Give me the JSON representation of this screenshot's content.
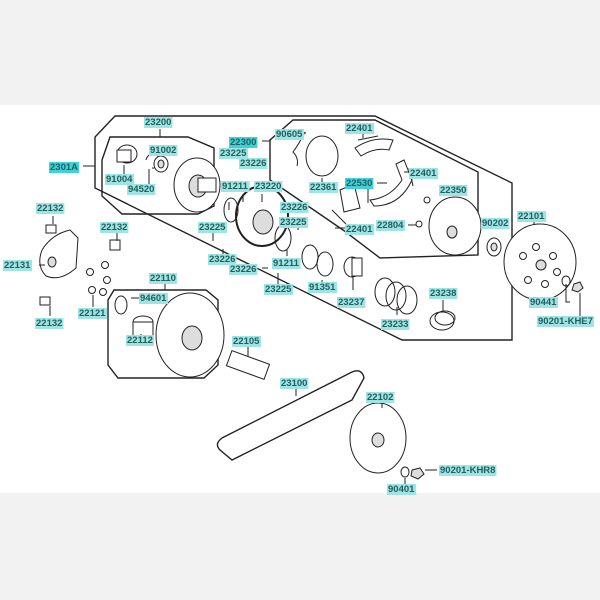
{
  "diagram": {
    "title": "Drive Pulley / Clutch Exploded Parts Diagram",
    "highlight_colors": {
      "primary": "#9fe3e3",
      "assembly": "#3fd0d8"
    },
    "labels": [
      {
        "id": "l-23200",
        "text": "23200",
        "kind": "primary"
      },
      {
        "id": "l-2301A",
        "text": "2301A",
        "kind": "assembly"
      },
      {
        "id": "l-91002",
        "text": "91002",
        "kind": "primary"
      },
      {
        "id": "l-91004",
        "text": "91004",
        "kind": "primary"
      },
      {
        "id": "l-94520",
        "text": "94520",
        "kind": "primary"
      },
      {
        "id": "l-22300",
        "text": "22300",
        "kind": "assembly"
      },
      {
        "id": "l-90605",
        "text": "90605",
        "kind": "primary"
      },
      {
        "id": "l-22401a",
        "text": "22401",
        "kind": "primary"
      },
      {
        "id": "l-22401b",
        "text": "22401",
        "kind": "primary"
      },
      {
        "id": "l-22401c",
        "text": "22401",
        "kind": "primary"
      },
      {
        "id": "l-22361",
        "text": "22361",
        "kind": "primary"
      },
      {
        "id": "l-22530",
        "text": "22530",
        "kind": "assembly"
      },
      {
        "id": "l-22350",
        "text": "22350",
        "kind": "primary"
      },
      {
        "id": "l-22804",
        "text": "22804",
        "kind": "primary"
      },
      {
        "id": "l-90202",
        "text": "90202",
        "kind": "primary"
      },
      {
        "id": "l-22101",
        "text": "22101",
        "kind": "primary"
      },
      {
        "id": "l-90441",
        "text": "90441",
        "kind": "primary"
      },
      {
        "id": "l-90201-KHE7",
        "text": "90201-KHE7",
        "kind": "primary"
      },
      {
        "id": "l-23225a",
        "text": "23225",
        "kind": "primary"
      },
      {
        "id": "l-23226a",
        "text": "23226",
        "kind": "primary"
      },
      {
        "id": "l-91211a",
        "text": "91211",
        "kind": "primary"
      },
      {
        "id": "l-23220",
        "text": "23220",
        "kind": "primary"
      },
      {
        "id": "l-23226b",
        "text": "23226",
        "kind": "primary"
      },
      {
        "id": "l-23225b",
        "text": "23225",
        "kind": "primary"
      },
      {
        "id": "l-23225c",
        "text": "23225",
        "kind": "primary"
      },
      {
        "id": "l-23226c",
        "text": "23226",
        "kind": "primary"
      },
      {
        "id": "l-91211b",
        "text": "91211",
        "kind": "primary"
      },
      {
        "id": "l-23226d",
        "text": "23226",
        "kind": "primary"
      },
      {
        "id": "l-23225d",
        "text": "23225",
        "kind": "primary"
      },
      {
        "id": "l-91351",
        "text": "91351",
        "kind": "primary"
      },
      {
        "id": "l-23237",
        "text": "23237",
        "kind": "primary"
      },
      {
        "id": "l-23233",
        "text": "23233",
        "kind": "primary"
      },
      {
        "id": "l-23238",
        "text": "23238",
        "kind": "primary"
      },
      {
        "id": "l-22132a",
        "text": "22132",
        "kind": "primary"
      },
      {
        "id": "l-22132b",
        "text": "22132",
        "kind": "primary"
      },
      {
        "id": "l-22132c",
        "text": "22132",
        "kind": "primary"
      },
      {
        "id": "l-22131",
        "text": "22131",
        "kind": "primary"
      },
      {
        "id": "l-22121",
        "text": "22121",
        "kind": "primary"
      },
      {
        "id": "l-22110",
        "text": "22110",
        "kind": "primary"
      },
      {
        "id": "l-94601",
        "text": "94601",
        "kind": "primary"
      },
      {
        "id": "l-22112",
        "text": "22112",
        "kind": "primary"
      },
      {
        "id": "l-22105",
        "text": "22105",
        "kind": "primary"
      },
      {
        "id": "l-23100",
        "text": "23100",
        "kind": "primary"
      },
      {
        "id": "l-22102",
        "text": "22102",
        "kind": "primary"
      },
      {
        "id": "l-90401",
        "text": "90401",
        "kind": "primary"
      },
      {
        "id": "l-90201-KHR8",
        "text": "90201-KHR8",
        "kind": "primary"
      }
    ]
  }
}
